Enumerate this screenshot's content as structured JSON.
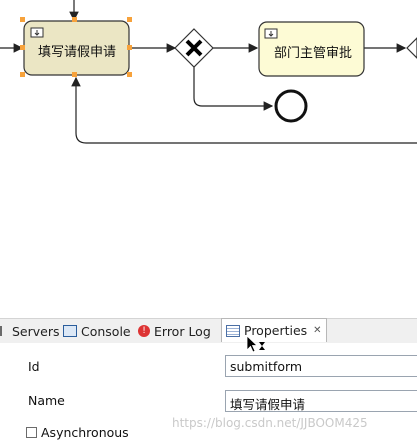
{
  "diagram": {
    "task1_label": "填写请假申请",
    "task2_label": "部门主管审批"
  },
  "tabs": [
    {
      "label": "Servers",
      "icon": "servers-icon",
      "active": false
    },
    {
      "label": "Console",
      "icon": "console-icon",
      "active": false
    },
    {
      "label": "Error Log",
      "icon": "error-log-icon",
      "active": false
    },
    {
      "label": "Properties",
      "icon": "properties-icon",
      "active": true,
      "close": "✕"
    }
  ],
  "properties": {
    "id_label": "Id",
    "id_value": "submitform",
    "name_label": "Name",
    "name_value": "填写请假申请",
    "asynchronous_label": "Asynchronous"
  },
  "watermark": "https://blog.csdn.net/JJBOOM425",
  "colors": {
    "task_fill": "#fdfbd5",
    "selected_task_fill": "#ebe6c4",
    "handle": "#f7a23b"
  }
}
